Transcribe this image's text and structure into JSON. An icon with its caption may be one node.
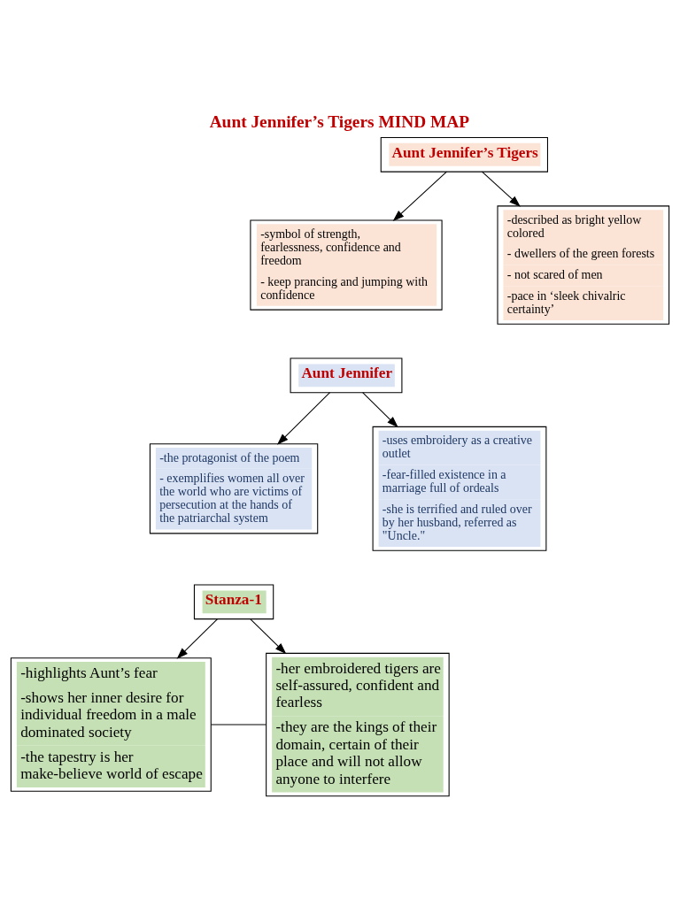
{
  "diagram": {
    "title": "Aunt Jennifer’s Tigers MIND MAP",
    "nodes": [
      {
        "text": [
          "Aunt Jennifer’s Tigers"
        ]
      },
      {
        "text": [
          "-symbol of strength, fearlessness, confidence and freedom",
          "- keep prancing and jumping with confidence"
        ]
      },
      {
        "text": [
          "-described as bright yellow colored",
          "- dwellers of the green forests",
          "- not scared of men",
          "-pace in ‘sleek chivalric certainty’"
        ]
      },
      {
        "text": [
          "Aunt Jennifer"
        ]
      },
      {
        "text": [
          "-the protagonist of the poem",
          "- exemplifies women all over the world who are victims of persecution at the hands of the patriarchal system"
        ]
      },
      {
        "text": [
          "-uses embroidery as a creative outlet",
          "-fear-filled existence in a marriage full of ordeals",
          "-she is terrified and ruled over by her husband, referred as \"Uncle.\""
        ]
      },
      {
        "text": [
          "Stanza-1"
        ]
      },
      {
        "text": [
          "-highlights Aunt’s fear",
          "-shows her inner desire for individual freedom in a male dominated society",
          "-the tapestry is her make-believe world of escape"
        ]
      },
      {
        "text": [
          "-her embroidered tigers are self-assured, confident and fearless",
          "-they are the kings of their domain, certain of their place and will not allow anyone to interfere"
        ]
      }
    ],
    "edges": [
      {
        "from": 0,
        "to": 1,
        "arrow": "to"
      },
      {
        "from": 0,
        "to": 2,
        "arrow": "to"
      },
      {
        "from": 3,
        "to": 4,
        "arrow": "to"
      },
      {
        "from": 3,
        "to": 5,
        "arrow": "to"
      },
      {
        "from": 6,
        "to": 7,
        "arrow": "to"
      },
      {
        "from": 6,
        "to": 8,
        "arrow": "to"
      },
      {
        "from": 7,
        "to": 8,
        "arrow": "none"
      }
    ]
  }
}
